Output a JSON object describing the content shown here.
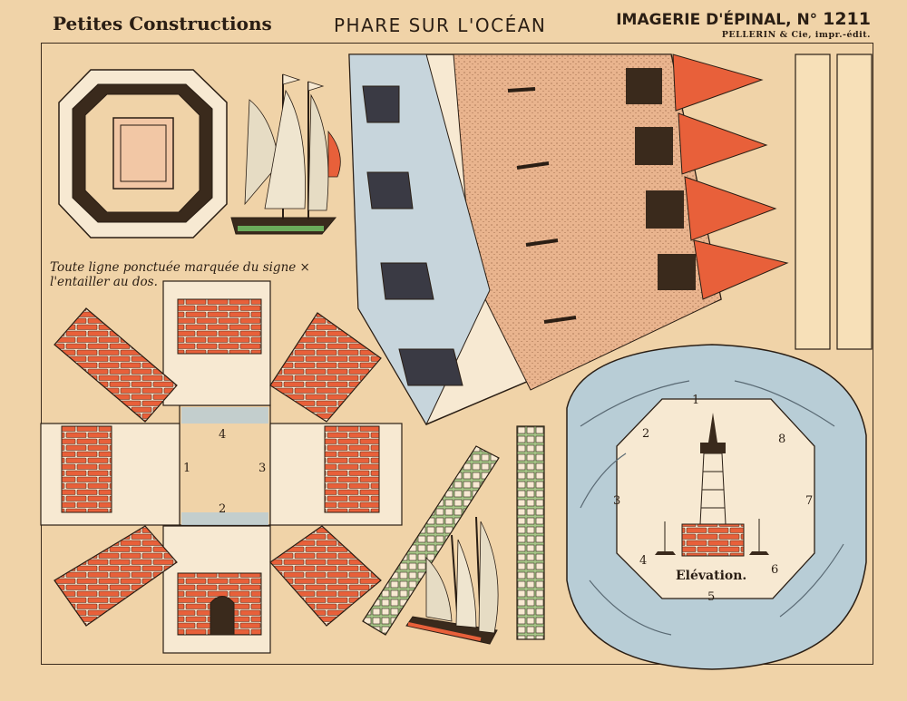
{
  "header": {
    "left_title": "Petites Constructions",
    "center_title": "PHARE SUR L'OCÉAN",
    "right_title": "IMAGERIE D'ÉPINAL, N°",
    "right_number": "1211",
    "right_subtitle": "PELLERIN & Cie, impr.-édit."
  },
  "instructions": {
    "line1": "Toute ligne ponctuée marquée du signe ×",
    "line2": "l'entailler au dos."
  },
  "elevation": {
    "label": "Elévation."
  },
  "ring_numbers": {
    "n1": "1",
    "n2": "2",
    "n3": "3",
    "n4": "4",
    "n5": "5",
    "n6": "6",
    "n7": "7",
    "n8": "8"
  },
  "base_numbers": {
    "n1": "1",
    "n2": "2",
    "n3": "3",
    "n4": "4"
  },
  "colors": {
    "paper": "#f0d3a8",
    "brick_red": "#e8603a",
    "mortar": "#f7e9d2",
    "sea_blue": "#b8cdd6",
    "ink": "#2a1e14",
    "green_strip": "#a9c98a",
    "salmon_wall": "#e9b48e"
  }
}
